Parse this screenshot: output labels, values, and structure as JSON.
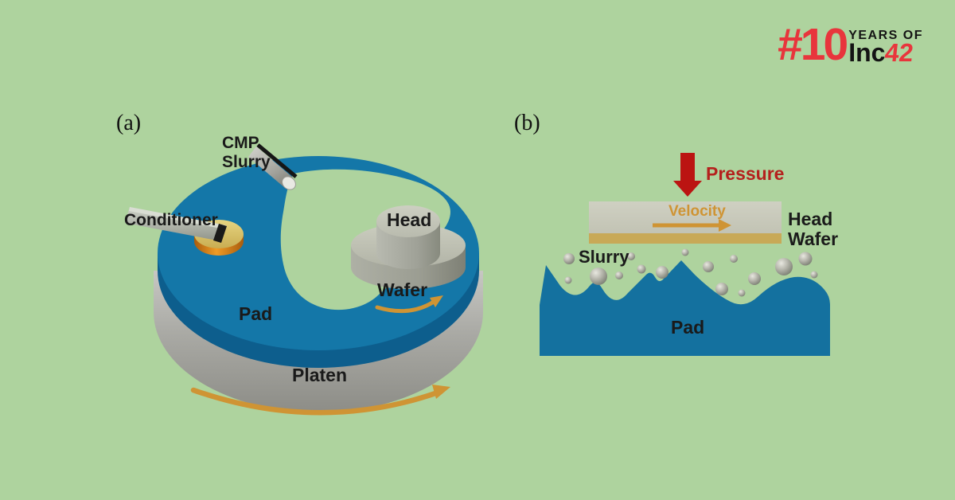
{
  "logo": {
    "prefix": "#10",
    "years_of": "YEARS OF",
    "brand": "Inc",
    "brand_suffix": "42"
  },
  "panel_a": {
    "tag": "(a)",
    "labels": {
      "slurry_feed": "CMP\nSlurry",
      "conditioner": "Conditioner",
      "head": "Head",
      "wafer": "Wafer",
      "pad": "Pad",
      "platen": "Platen"
    }
  },
  "panel_b": {
    "tag": "(b)",
    "labels": {
      "pressure": "Pressure",
      "velocity": "Velocity",
      "head": "Head",
      "wafer": "Wafer",
      "slurry": "Slurry",
      "pad": "Pad"
    }
  },
  "colors": {
    "background": "#aed39e",
    "pad_blue": "#1477a8",
    "pad_blue_dark": "#0d5e8d",
    "pad_blue_section": "#14719f",
    "platen_gray": "#a8a8a2",
    "head_gray": "#c6c8ba",
    "wafer_tan": "#c8a957",
    "arrow_orange": "#cf9434",
    "pressure_red": "#bb1412",
    "pressure_text_red": "#b5201d",
    "logo_red": "#e8353c",
    "text_black": "#1a1a1a"
  }
}
